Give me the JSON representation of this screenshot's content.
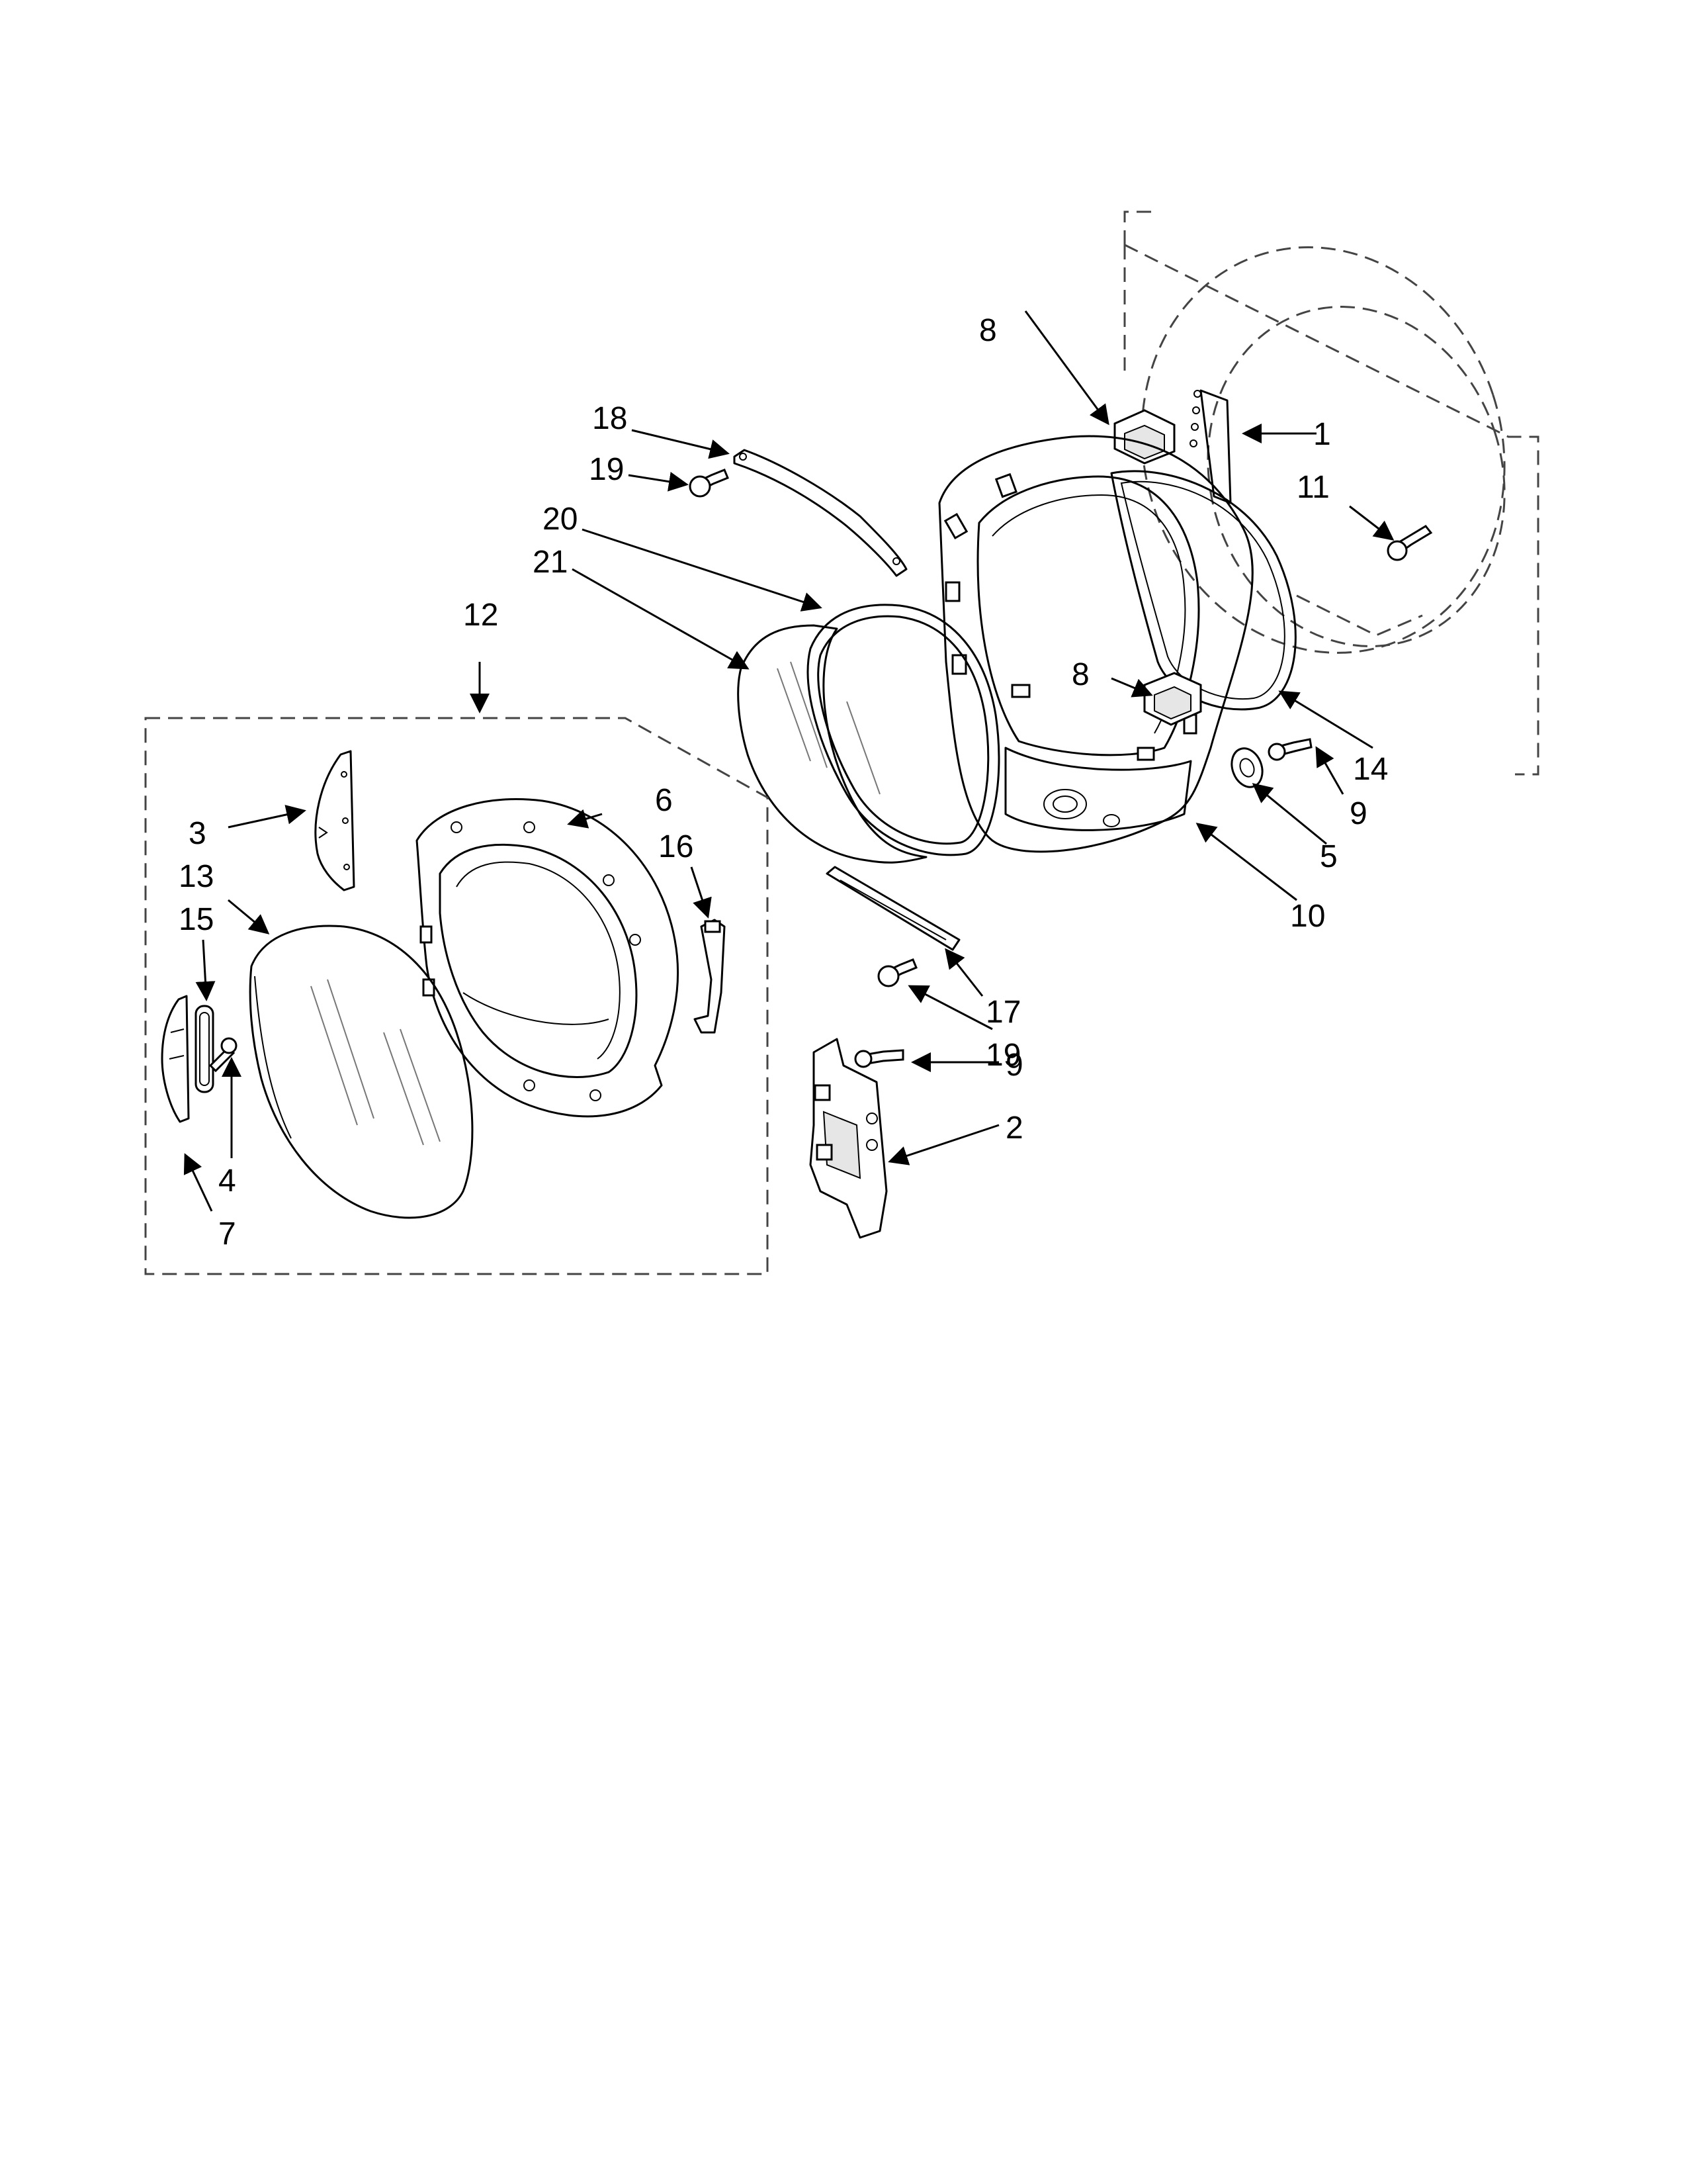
{
  "callouts": {
    "c1": "1",
    "c2": "2",
    "c3": "3",
    "c4": "4",
    "c5": "5",
    "c6": "6",
    "c7": "7",
    "c8a": "8",
    "c8b": "8",
    "c9a": "9",
    "c9b": "9",
    "c10": "10",
    "c11": "11",
    "c12": "12",
    "c13": "13",
    "c14": "14",
    "c15": "15",
    "c16": "16",
    "c17": "17",
    "c18": "18",
    "c19a": "19",
    "c19b": "19",
    "c20": "20",
    "c21": "21"
  },
  "colors": {
    "line": "#000000",
    "background": "#ffffff",
    "dashed": "#444444"
  }
}
